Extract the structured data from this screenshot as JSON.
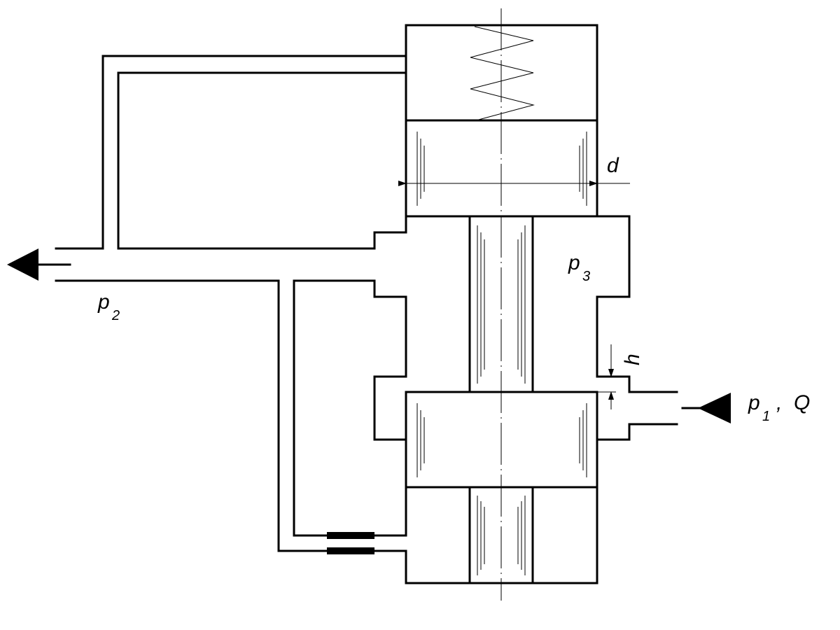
{
  "labels": {
    "d": "d",
    "p3": "p",
    "p3_sub": "3",
    "p2": "p",
    "p2_sub": "2",
    "h": "h",
    "p1": "p",
    "p1_sub": "1",
    "comma": ",",
    "Q": "Q"
  }
}
